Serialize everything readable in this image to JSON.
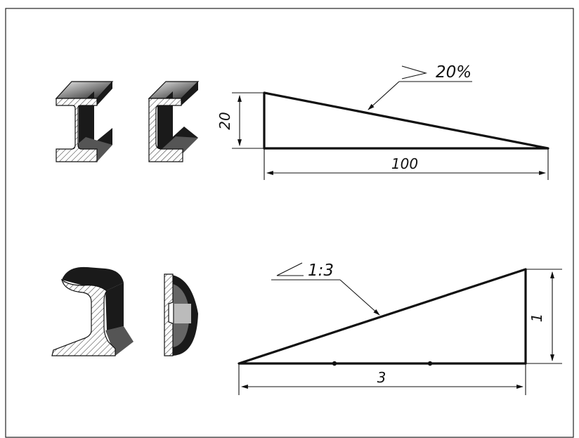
{
  "taper": {
    "label": "20%",
    "height_value": "20",
    "length_value": "100"
  },
  "slope": {
    "label": "1:3",
    "height_value": "1",
    "length_value": "3"
  }
}
